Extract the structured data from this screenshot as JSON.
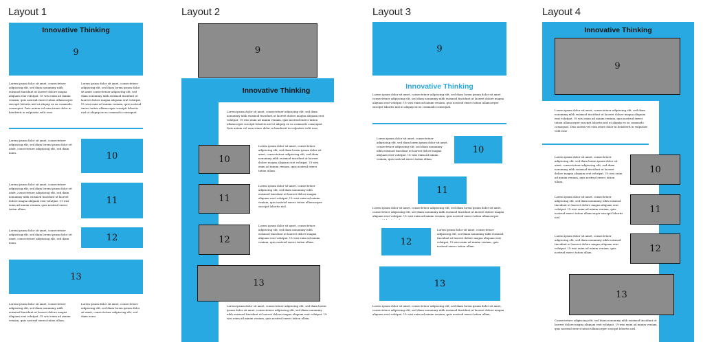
{
  "layouts": [
    {
      "title": "Layout 1"
    },
    {
      "title": "Layout 2"
    },
    {
      "title": "Layout 3"
    },
    {
      "title": "Layout 4"
    }
  ],
  "heading": "Innovative Thinking",
  "boxes": {
    "b9": "9",
    "b10": "10",
    "b11": "11",
    "b12": "12",
    "b13": "13"
  },
  "text": {
    "p1": "Lorem ipsum dolor sit amet, consectetuer adipiscing elit, sed diam nonummy nibh euismod tincidunt ut laoreet dolore magna aliquam erat volutpat. Ut wisi enim ad minim veniam, quis nostrud exerci tation ullamcorper suscipit lobortis nisl ut aliquip ex ea commodo consequat. Duis autem vel eum iriure dolor in hendrerit in vulputate velit esse",
    "p2": "Lorem ipsum dolor sit amet, consectetuer adipiscing elit, sed diam lorem ipsum dolor sit amet consectetuer adipiscing elit, sed diam nonummy nibh euismod tincidunt ut laoreet dolore magna aliquam erat volutpat. Ut wisi enim ad minim veniam, quis nostrud exerci tation ullamcorper suscipit lobortis nisl ut aliquip ex ea commodo consequat.",
    "p3": "Lorem ipsum dolor sit amet, consectetuer adipiscing elit, sed diam lorem ipsum dolor sit amet, consectetuer adipiscing elit, sed diam nonu.",
    "p4": "Lorem ipsum dolor sit amet, consectetuer adipiscing elit, sed diam lorem ipsum dolor sit amet, consectetuer adipiscing elit, sed diam nonummy nibh euismod tincidunt ut laoreet dolore magna aliquam erat volutpat. Ut wisi enim ad minim veniam, quis nostrud exerci tation ullam.",
    "p5": "Lorem ipsum dolor sit amet, consectetuer adipiscing elit, sed diam nonummy nibh euismod tincidunt ut laoreet dolore magna aliquam erat volutpat. Ut wisi enim ad minim veniam, quis nostrud exerci tation ullam.",
    "p6": "Lorem ipsum dolor sit amet, consectetuer adipiscing elit, sed diam lorem ipsum dolor sit amet, consectetuer adipiscing elit, sed diam nonu.",
    "p7": "Lorem ipsum dolor sit amet, consectetuer adipiscing elit, sed diam lorem ipsum dolor sit amet, consectetuer adipiscing elit, sed diam nonummy nibh euismod tincidunt ut laoreet dolore magna aliquam erat volutpat. Ut wisi enim ad minim veniam, quis nostrud exerci tation ullamcorper suscipit lobortis nisl.",
    "p8": "Lorem ipsum dolor sit amet, consectetuer adipiscing elit, sed diam nonummy nibh euismod tincidunt ut laoreet dolore magna aliquam erat volutpat. Ut wisi enim ad minim veniam, quis nostrud exerci tation ullamcorper suscipit lobortis nisl ut aliquip ex ea commodo consequat. Duis autem vel eum iriure dolor in hendrerit in vulputate velit esse",
    "p9": "Lorem ipsum dolor sit amet, consectetuer adipiscing elit, sed diam lorem ipsum dolor sit amet, consectetuer adipiscing elit, sed diam nonummy nibh euismod tincidunt ut laoreet dolore magna aliquam erat volutpat. Ut wisi enim ad minim veniam, quis nostrud exerci tation ullam.",
    "p10": "Lorem ipsum dolor sit amet, consectetuer adipiscing elit, sed diam nonummy nibh euismod tincidunt ut laoreet dolore magna aliquam erat volutpat. Ut wisi enim ad minim veniam, quis nostrud exerci tation ullamcorper suscipit lobortis nisl.",
    "p11": "Consectetuer adipiscing elit, sed diam nonummy nibh euismod tincidunt ut laoreet dolore magna aliquam erat volutpat. Ut wisi enim ad minim veniam, quis nostrud exerci tation ullamcorper suscipit lobortis nisl."
  },
  "colors": {
    "accent": "#29a9e1",
    "placeholder": "#8c8c8c"
  }
}
